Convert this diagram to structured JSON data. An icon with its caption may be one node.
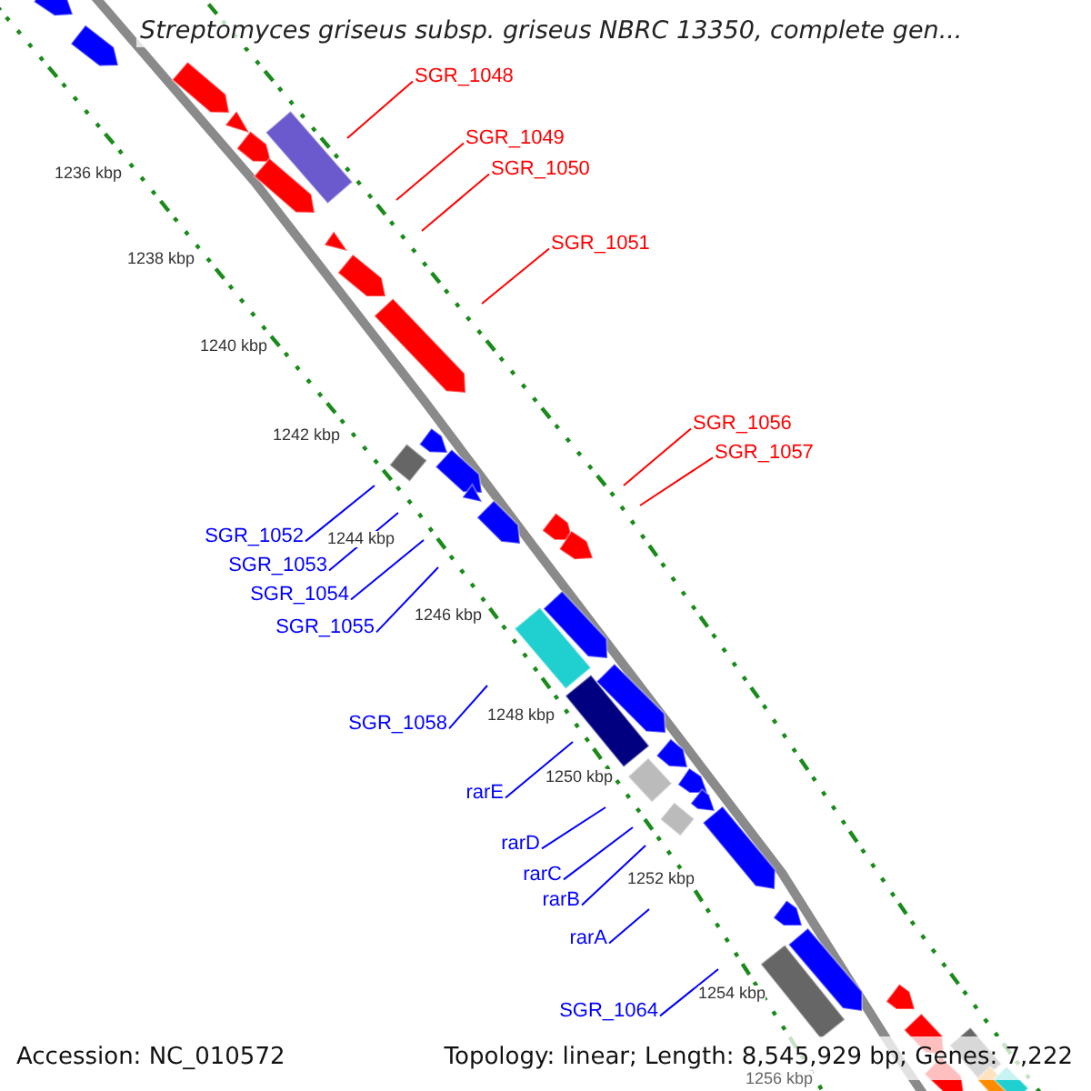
{
  "diagram": {
    "title": "Streptomyces griseus subsp. griseus NBRC 13350, complete gen...",
    "nodes": [
      {
        "text": [
          "SGR_1048"
        ]
      },
      {
        "text": [
          "SGR_1049"
        ]
      },
      {
        "text": [
          "SGR_1050"
        ]
      },
      {
        "text": [
          "SGR_1051"
        ]
      },
      {
        "text": [
          "SGR_1056"
        ]
      },
      {
        "text": [
          "SGR_1057"
        ]
      },
      {
        "text": [
          "SGR_1052"
        ]
      },
      {
        "text": [
          "SGR_1053"
        ]
      },
      {
        "text": [
          "SGR_1054"
        ]
      },
      {
        "text": [
          "SGR_1055"
        ]
      },
      {
        "text": [
          "SGR_1058"
        ]
      },
      {
        "text": [
          "rarE"
        ]
      },
      {
        "text": [
          "rarD"
        ]
      },
      {
        "text": [
          "rarC"
        ]
      },
      {
        "text": [
          "rarB"
        ]
      },
      {
        "text": [
          "rarA"
        ]
      },
      {
        "text": [
          "SGR_1064"
        ]
      }
    ],
    "edges": [
      {
        "from": 0,
        "to": null,
        "arrow": "none",
        "color": "#ff0000"
      },
      {
        "from": 1,
        "to": null,
        "arrow": "none",
        "color": "#ff0000"
      },
      {
        "from": 2,
        "to": null,
        "arrow": "none",
        "color": "#ff0000"
      },
      {
        "from": 3,
        "to": null,
        "arrow": "none",
        "color": "#ff0000"
      },
      {
        "from": 4,
        "to": null,
        "arrow": "none",
        "color": "#ff0000"
      },
      {
        "from": 5,
        "to": null,
        "arrow": "none",
        "color": "#ff0000"
      },
      {
        "from": 6,
        "to": null,
        "arrow": "none"
      },
      {
        "from": 7,
        "to": null,
        "arrow": "none"
      },
      {
        "from": 8,
        "to": null,
        "arrow": "none"
      },
      {
        "from": 9,
        "to": null,
        "arrow": "none"
      },
      {
        "from": 10,
        "to": null,
        "arrow": "none"
      },
      {
        "from": 11,
        "to": null,
        "arrow": "none"
      },
      {
        "from": 12,
        "to": null,
        "arrow": "none"
      },
      {
        "from": 13,
        "to": null,
        "arrow": "none"
      },
      {
        "from": 14,
        "to": null,
        "arrow": "none"
      },
      {
        "from": 15,
        "to": null,
        "arrow": "none"
      },
      {
        "from": 16,
        "to": null,
        "arrow": "none"
      }
    ],
    "labels": [
      "1236 kbp",
      "1238 kbp",
      "1240 kbp",
      "1242 kbp",
      "1244 kbp",
      "1246 kbp",
      "1248 kbp",
      "1250 kbp",
      "1252 kbp",
      "1254 kbp",
      "1256 kbp",
      "Accession: NC_010572",
      "Topology: linear; Length: 8,545,929 bp; Genes: 7,222"
    ]
  }
}
